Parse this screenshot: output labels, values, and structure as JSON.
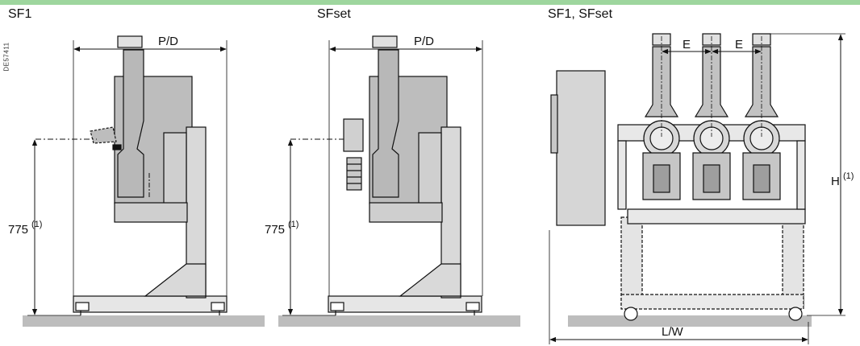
{
  "doc_code": "DE57411",
  "views": {
    "left_title": "SF1",
    "middle_title": "SFset",
    "right_title": "SF1, SFset"
  },
  "dimensions": {
    "depth_label": "P/D",
    "height_label": "775",
    "height_note": "(1)",
    "total_height_label": "H",
    "phase_spacing_label": "E",
    "width_label": "L/W"
  }
}
